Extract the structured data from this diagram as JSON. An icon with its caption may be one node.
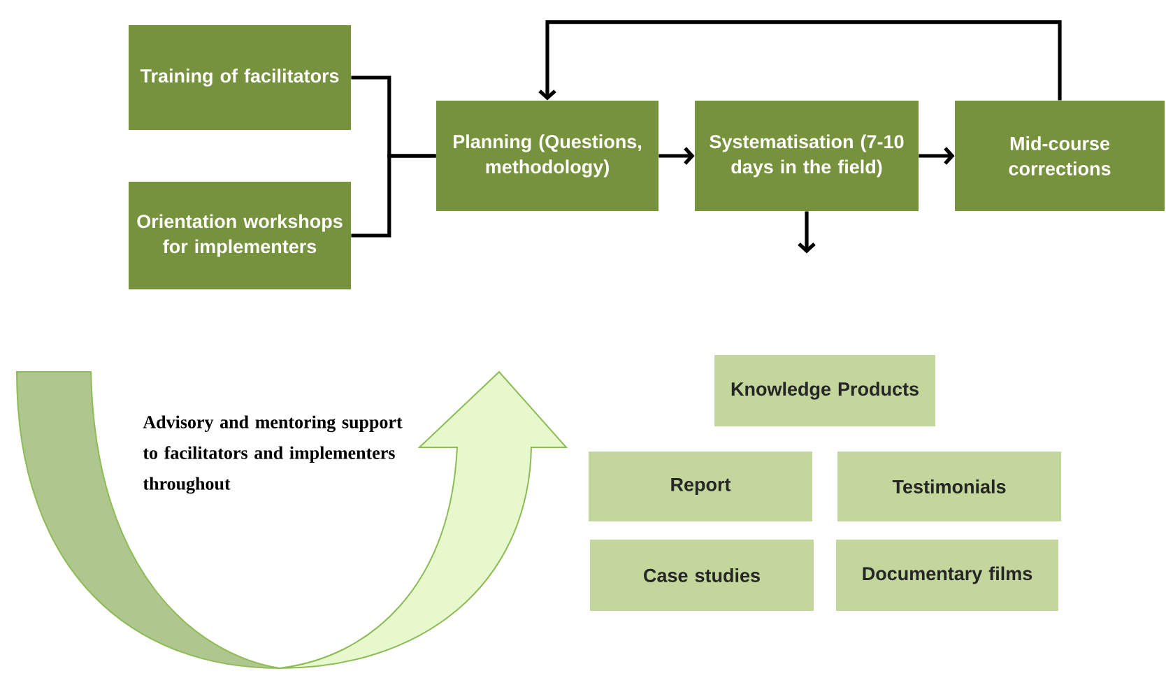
{
  "diagram": {
    "nodes": [
      {
        "text": [
          "Training of facilitators"
        ]
      },
      {
        "text": [
          "Orientation workshops for implementers"
        ]
      },
      {
        "text": [
          "Planning (Questions, methodology)"
        ]
      },
      {
        "text": [
          "Systematisation (7-10 days in the field)"
        ]
      },
      {
        "text": [
          "Mid-course corrections"
        ]
      },
      {
        "text": [
          "Knowledge Products"
        ]
      },
      {
        "text": [
          "Report"
        ]
      },
      {
        "text": [
          "Testimonials"
        ]
      },
      {
        "text": [
          "Case studies"
        ]
      },
      {
        "text": [
          "Documentary films"
        ]
      }
    ],
    "edges": [
      {
        "from": 0,
        "to": 2,
        "arrow": "none"
      },
      {
        "from": 1,
        "to": 2,
        "arrow": "none"
      },
      {
        "from": 2,
        "to": 3,
        "arrow": "to"
      },
      {
        "from": 3,
        "to": 4,
        "arrow": "to"
      },
      {
        "from": 4,
        "to": 2,
        "arrow": "to"
      },
      {
        "from": 3,
        "to": null,
        "arrow": "to"
      }
    ],
    "labels": [
      "Advisory and mentoring support to facilitators and implementers throughout"
    ]
  }
}
